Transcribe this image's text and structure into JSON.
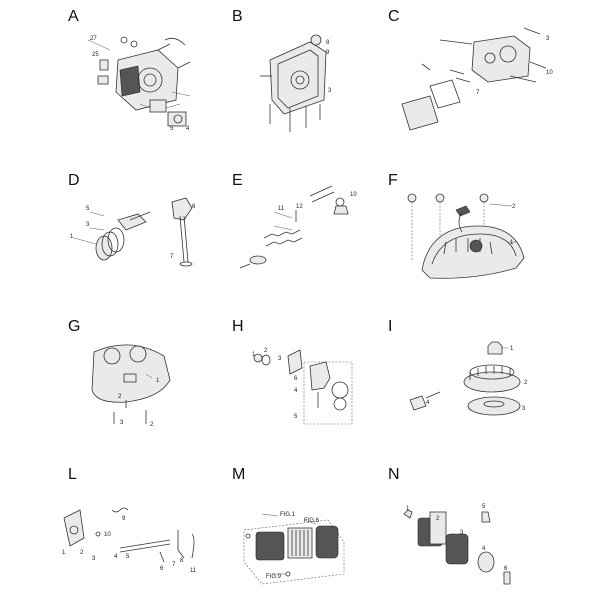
{
  "panels": [
    {
      "letter": "A"
    },
    {
      "letter": "B"
    },
    {
      "letter": "C"
    },
    {
      "letter": "D"
    },
    {
      "letter": "E"
    },
    {
      "letter": "F"
    },
    {
      "letter": "G"
    },
    {
      "letter": "H"
    },
    {
      "letter": "I"
    },
    {
      "letter": "L"
    },
    {
      "letter": "M"
    },
    {
      "letter": "N"
    }
  ],
  "callouts": {
    "G": [
      "1",
      "2",
      "3",
      "2"
    ],
    "H": [
      "1",
      "2",
      "3",
      "6",
      "4",
      "5"
    ],
    "I": [
      "1",
      "4",
      "2",
      "3"
    ],
    "L": [
      "9",
      "10",
      "1",
      "2",
      "3",
      "4",
      "5",
      "6",
      "7",
      "8",
      "11"
    ],
    "M": [
      "FIG.1",
      "FIG.6",
      "FIG.9"
    ],
    "N": [
      "1",
      "2",
      "3",
      "4",
      "5",
      "6"
    ],
    "F": [
      "1",
      "2"
    ]
  }
}
